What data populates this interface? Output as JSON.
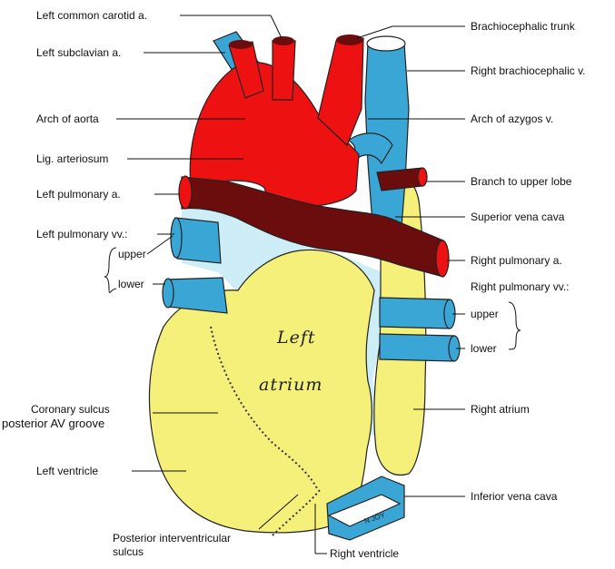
{
  "labels": {
    "left_common_carotid": "Left common carotid a.",
    "left_subclavian": "Left subclavian a.",
    "arch_of_aorta": "Arch of aorta",
    "lig_arteriosum": "Lig. arteriosum",
    "left_pulmonary_a": "Left pulmonary a.",
    "left_pulmonary_vv": "Left pulmonary vv.:",
    "left_upper": "upper",
    "left_lower": "lower",
    "coronary_sulcus": "Coronary sulcus",
    "posterior_av_groove": "posterior AV groove",
    "left_ventricle": "Left ventricle",
    "posterior_interventricular_1": "Posterior interventricular",
    "posterior_interventricular_2": "sulcus",
    "brachiocephalic_trunk": "Brachiocephalic trunk",
    "right_brachiocephalic_v": "Right brachiocephalic v.",
    "arch_of_azygos": "Arch of azygos v.",
    "branch_to_upper_lobe": "Branch to upper lobe",
    "superior_vena_cava": "Superior vena cava",
    "right_pulmonary_a": "Right pulmonary a.",
    "right_pulmonary_vv": "Right pulmonary vv.:",
    "right_upper": "upper",
    "right_lower": "lower",
    "right_atrium": "Right atrium",
    "inferior_vena_cava": "Inferior vena cava",
    "right_ventricle": "Right ventricle",
    "left_atrium_1": "Left",
    "left_atrium_2": "atrium",
    "signature": "N JOY"
  },
  "colors": {
    "artery": "#ee1111",
    "pulmonary_artery": "#6b0d0d",
    "vein": "#3aa6d6",
    "heart": "#f4f07a",
    "pericardium": "#cdeef6",
    "fat": "#2e9a2e"
  }
}
